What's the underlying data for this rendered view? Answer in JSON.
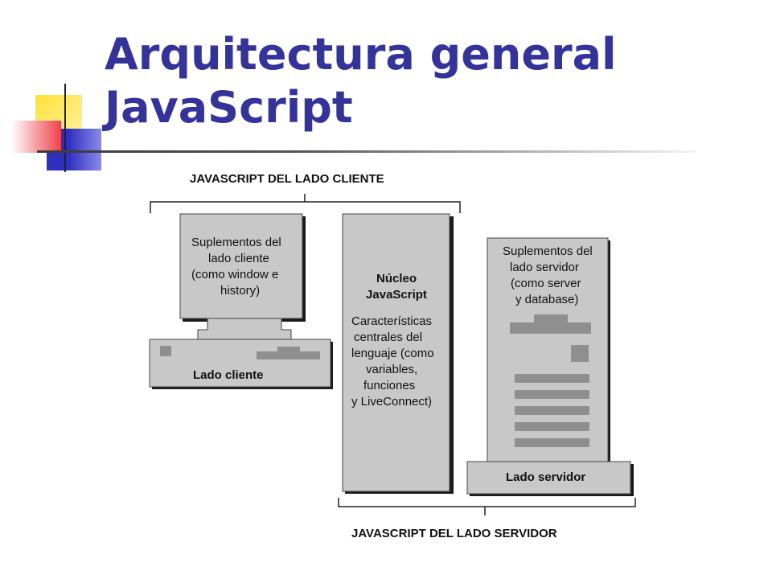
{
  "slide": {
    "title_line1": "Arquitectura general",
    "title_line2": "JavaScript"
  },
  "diagram": {
    "client_bracket_label": "JAVASCRIPT DEL LADO CLIENTE",
    "server_bracket_label": "JAVASCRIPT DEL LADO SERVIDOR",
    "client_supplements": [
      "Suplementos del",
      "lado cliente",
      "(como window e",
      "history)"
    ],
    "client_label": "Lado cliente",
    "core_title": [
      "Núcleo",
      "JavaScript"
    ],
    "core_text": [
      "Características",
      "centrales del",
      "lenguaje (como",
      "variables,",
      "funciones",
      "y LiveConnect)"
    ],
    "server_supplements": [
      "Suplementos del",
      "lado servidor",
      "(como server",
      "y database)"
    ],
    "server_label": "Lado servidor"
  },
  "colors": {
    "title": "#33339a",
    "box_fill": "#c8c8c8",
    "shadow": "#1a1a1a"
  }
}
